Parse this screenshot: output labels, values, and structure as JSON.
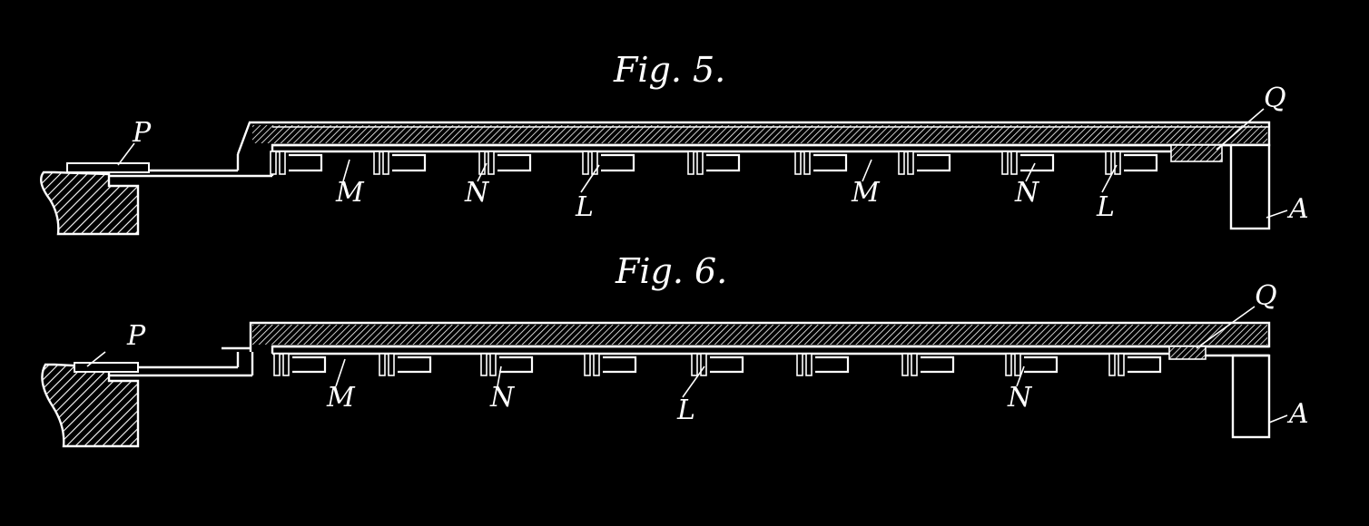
{
  "figures": [
    {
      "caption": "Fig. 5.",
      "labels": {
        "p": "P",
        "q": "Q",
        "a": "A",
        "m1": "M",
        "n1": "N",
        "l1": "L",
        "m2": "M",
        "n2": "N",
        "l2": "L"
      }
    },
    {
      "caption": "Fig. 6.",
      "labels": {
        "p": "P",
        "q": "Q",
        "a": "A",
        "m1": "M",
        "n1": "N",
        "l1": "L",
        "n2": "N"
      }
    }
  ],
  "colors": {
    "background": "#000000",
    "ink": "#ffffff"
  }
}
